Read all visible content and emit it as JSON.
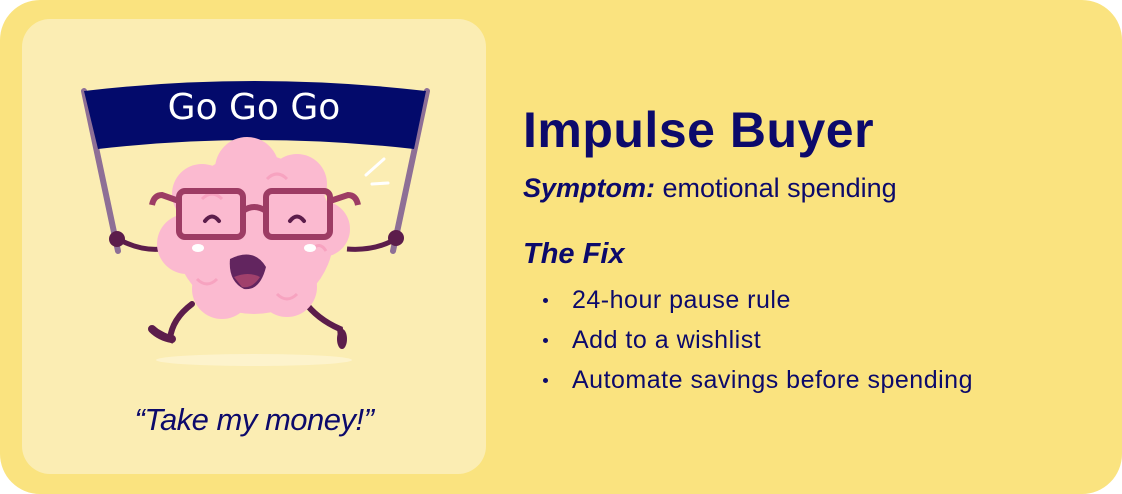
{
  "card": {
    "background": "#fae37f",
    "panel_background": "#fbedb3",
    "text_color": "#0c0a6b"
  },
  "illustration": {
    "banner_text": "Go Go Go",
    "subject": "brain-character-with-glasses",
    "quote": "“Take my money!”"
  },
  "content": {
    "title": "Impulse Buyer",
    "symptom_label": "Symptom:",
    "symptom_value": " emotional spending",
    "fix_heading": "The Fix",
    "fixes": [
      "24-hour pause rule",
      "Add to a wishlist",
      "Automate savings before spending"
    ]
  }
}
